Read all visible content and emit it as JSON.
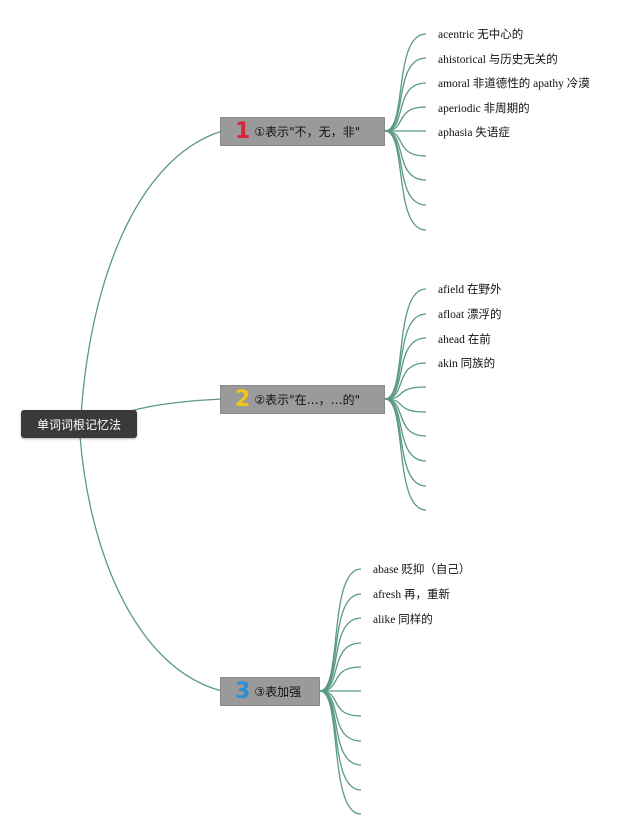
{
  "root": {
    "label": "单词词根记忆法"
  },
  "colors": {
    "line": "#5a9a82",
    "branch_bg": "#9a9a9a",
    "root_bg": "#3a3a3a"
  },
  "branches": [
    {
      "number": "1",
      "number_color": "#d9263a",
      "label": "①表示\"不，无，非\"",
      "items": [
        "acentric 无中心的",
        "ahistorical 与历史无关的",
        "amoral 非道德性的 apathy 冷漠",
        "aperiodic 非周期的",
        "aphasia 失语症"
      ]
    },
    {
      "number": "2",
      "number_color": "#f0c419",
      "label": "②表示\"在…，…的\"",
      "items": [
        "afield 在野外",
        "afloat 漂浮的",
        "ahead 在前",
        "akin 同族的"
      ]
    },
    {
      "number": "3",
      "number_color": "#2a8fd6",
      "label": "③表加强",
      "items": [
        "abase 贬抑（自己）",
        "afresh 再，重新",
        "alike 同样的"
      ]
    }
  ]
}
